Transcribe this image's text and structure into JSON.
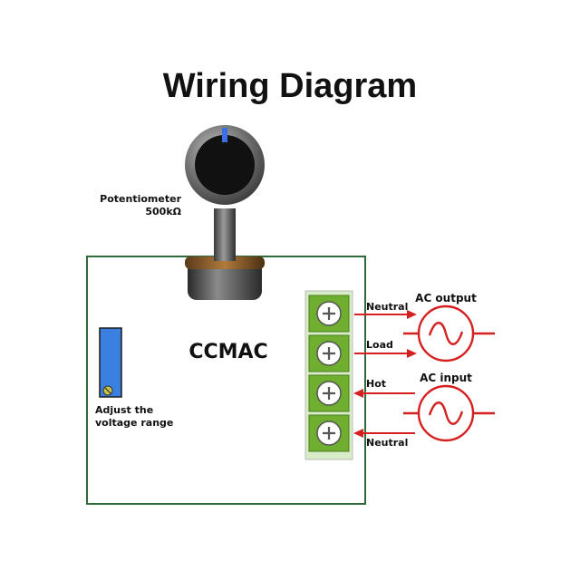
{
  "title": "Wiring Diagram",
  "potentiometer": {
    "name": "Potentiometer",
    "value": "500kΩ"
  },
  "board": {
    "name": "CCMAC"
  },
  "trimmer": {
    "line1": "Adjust the",
    "line2": "voltage range"
  },
  "terminals": {
    "neutral_top": "Neutral",
    "load": "Load",
    "hot": "Hot",
    "neutral_bottom": "Neutral"
  },
  "ac_output": "AC output",
  "ac_input": "AC input",
  "colors": {
    "board_border": "#2f6b3a",
    "terminal_green": "#6fae2f",
    "wire_red": "#d42020",
    "trimmer_blue": "#3b7fe0",
    "knob_indicator": "#3a6fe8"
  },
  "icons": [
    "knob-icon",
    "screw-icon",
    "sine-wave-icon",
    "arrow-icon"
  ]
}
